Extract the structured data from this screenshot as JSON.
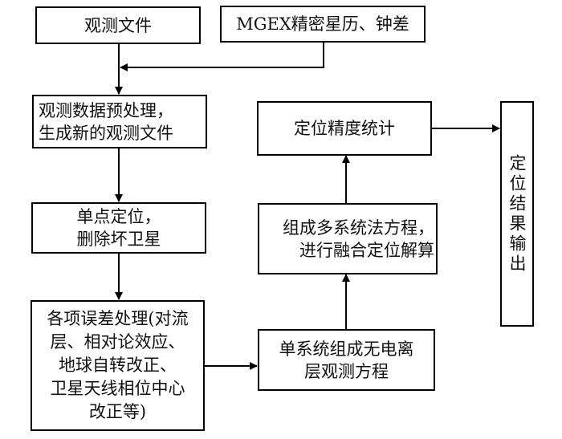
{
  "nodes": {
    "obs_file": "观测文件",
    "mgex": "MGEX精密星历、钟差",
    "preprocess": "观测数据预处理，\n生成新的观测文件",
    "spp": "单点定位，\n删除坏卫星",
    "error_proc": "各项误差处理(对流\n层、相对论效应、\n地球自转改正、\n卫星天线相位中心\n改正等)",
    "iono_free": "单系统组成无电离\n层观测方程",
    "multi_sys": "组成多系统法方程，\n进行融合定位解算",
    "accuracy": "定位精度统计",
    "output": "定位结果输出"
  }
}
